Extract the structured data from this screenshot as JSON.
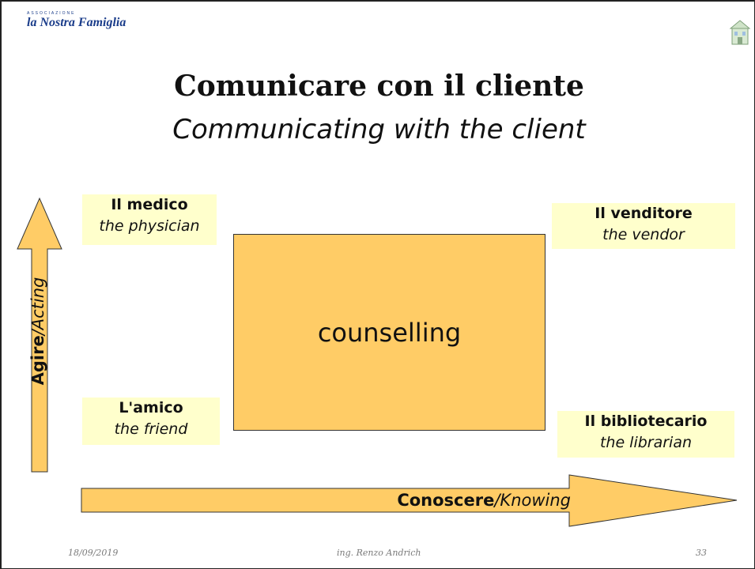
{
  "header": {
    "logo_small_text": "ASSOCIAZIONE",
    "logo_text": "la Nostra Famiglia"
  },
  "slide": {
    "title": "Comunicare con il cliente",
    "subtitle": "Communicating with the client"
  },
  "diagram": {
    "center_label": "counselling",
    "vertical_axis": {
      "bold": "Agire",
      "italic": "/Acting"
    },
    "horizontal_axis": {
      "bold": "Conoscere",
      "italic": "/Knowing"
    },
    "quadrants": {
      "top_left": {
        "title": "Il medico",
        "subtitle": "the physician"
      },
      "top_right": {
        "title": "Il venditore",
        "subtitle": "the vendor"
      },
      "bottom_left": {
        "title": "L'amico",
        "subtitle": "the friend"
      },
      "bottom_right": {
        "title": "Il bibliotecario",
        "subtitle": "the librarian"
      }
    },
    "colors": {
      "fill": "#ffcc66",
      "label_background": "#ffffcc",
      "outline": "#333333"
    }
  },
  "footer": {
    "date": "18/09/2019",
    "author": "ing. Renzo Andrich",
    "page": "33"
  },
  "icons": {
    "corner": "building-icon"
  }
}
